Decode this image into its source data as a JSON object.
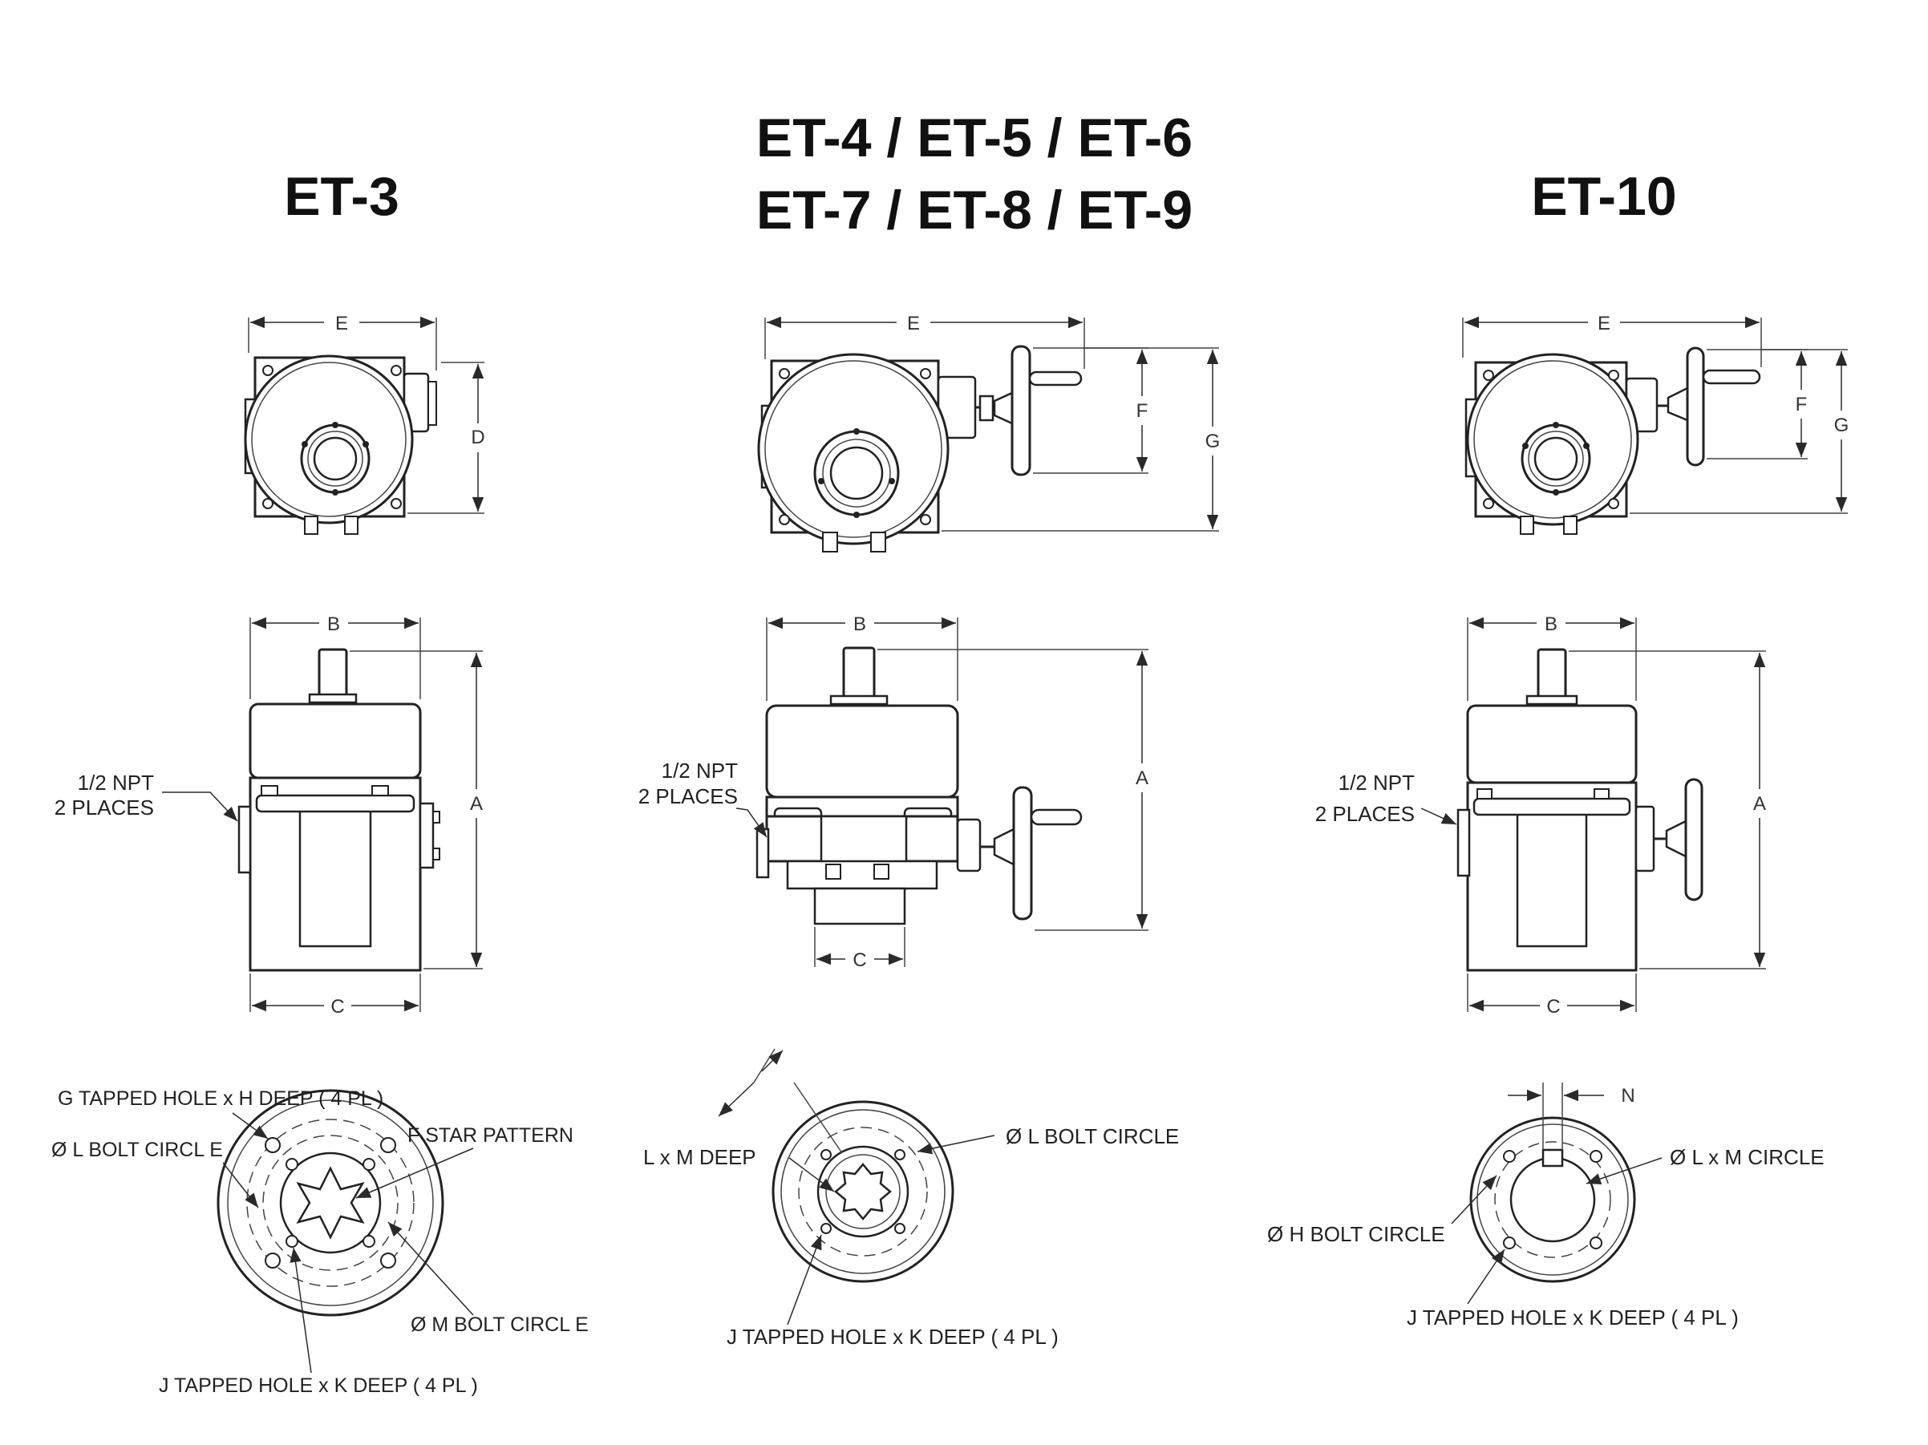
{
  "titles": {
    "left": "ET-3",
    "middle_line1": "ET-4 / ET-5 / ET-6",
    "middle_line2": "ET-7 / ET-8 / ET-9",
    "right": "ET-10"
  },
  "dims": {
    "a": "A",
    "b": "B",
    "c": "C",
    "d": "D",
    "e": "E",
    "f": "F",
    "g": "G",
    "n": "N"
  },
  "callouts": {
    "npt_line1": "1/2  NPT",
    "npt_line2": "2  PLACES",
    "et3_g_tapped": "G  TAPPED  HOLE  x  H  DEEP  ( 4  PL    )",
    "et3_l_bolt": "Ø  L  BOLT  CIRCL E",
    "et3_f_star": "F   STAR   PATTERN",
    "et3_m_bolt": "Ø  M  BOLT  CIRCL E",
    "et3_j_tapped": "J   TAPPED  HOLE   x  K   DEEP  ( 4   PL    )",
    "mid_lm_deep": "L   x   M   DEEP",
    "mid_l_bolt": "Ø   L    BOLT    CIRCLE",
    "mid_j_tapped": "J    TAPPED    HOLE   x   K   DEEP   ( 4    PL )",
    "et10_l_m_circle": "Ø   L   x   M   CIRCLE",
    "et10_h_bolt": "Ø  H  BOLT  CIRCLE",
    "et10_j_tapped": "J    TAPPED    HOLE   x   K   DEEP   ( 4   PL )"
  }
}
